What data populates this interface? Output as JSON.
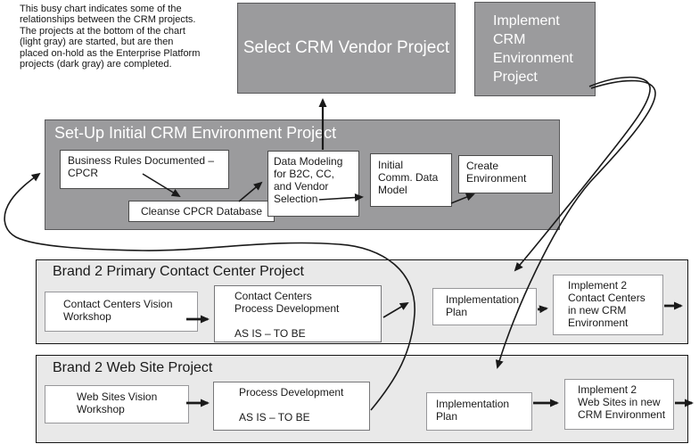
{
  "annotation": {
    "text": "This busy chart indicates some of the\nrelationships between the CRM projects.\nThe projects at the bottom of the chart\n(light gray) are started, but are then\nplaced on-hold as the Enterprise Platform\nprojects (dark gray) are completed."
  },
  "top": {
    "select_vendor_label": "Select CRM Vendor Project",
    "implement_env_label": "Implement\nCRM\nEnvironment\nProject"
  },
  "setup": {
    "header": "Set-Up Initial CRM Environment Project",
    "box_business_rules": "Business Rules Documented –\nCPCR",
    "box_cleanse": "Cleanse CPCR Database",
    "box_data_modeling": "Data Modeling\nfor B2C, CC,\nand Vendor\nSelection",
    "box_initial_comm": "Initial\nComm. Data\nModel",
    "box_create_env": "Create\nEnvironment"
  },
  "contact_center_project": {
    "header": "Brand 2 Primary Contact Center Project",
    "box_vision": "Contact Centers Vision\nWorkshop",
    "box_process": "Contact Centers\nProcess Development\n\nAS IS – TO BE",
    "box_impl_plan": "Implementation\nPlan",
    "box_implement2": "Implement 2\nContact Centers\nin new CRM\nEnvironment"
  },
  "web_site_project": {
    "header": "Brand 2 Web Site Project",
    "box_vision": "Web Sites Vision\nWorkshop",
    "box_process": "Process Development\n\nAS IS – TO BE",
    "box_impl_plan": "Implementation\nPlan",
    "box_implement2": "Implement 2\nWeb Sites in new\nCRM Environment"
  },
  "colors": {
    "dark_gray_fill": "#9b9b9d",
    "light_gray_fill": "#e9e9e9",
    "arrow_color": "#1a1a1a"
  }
}
